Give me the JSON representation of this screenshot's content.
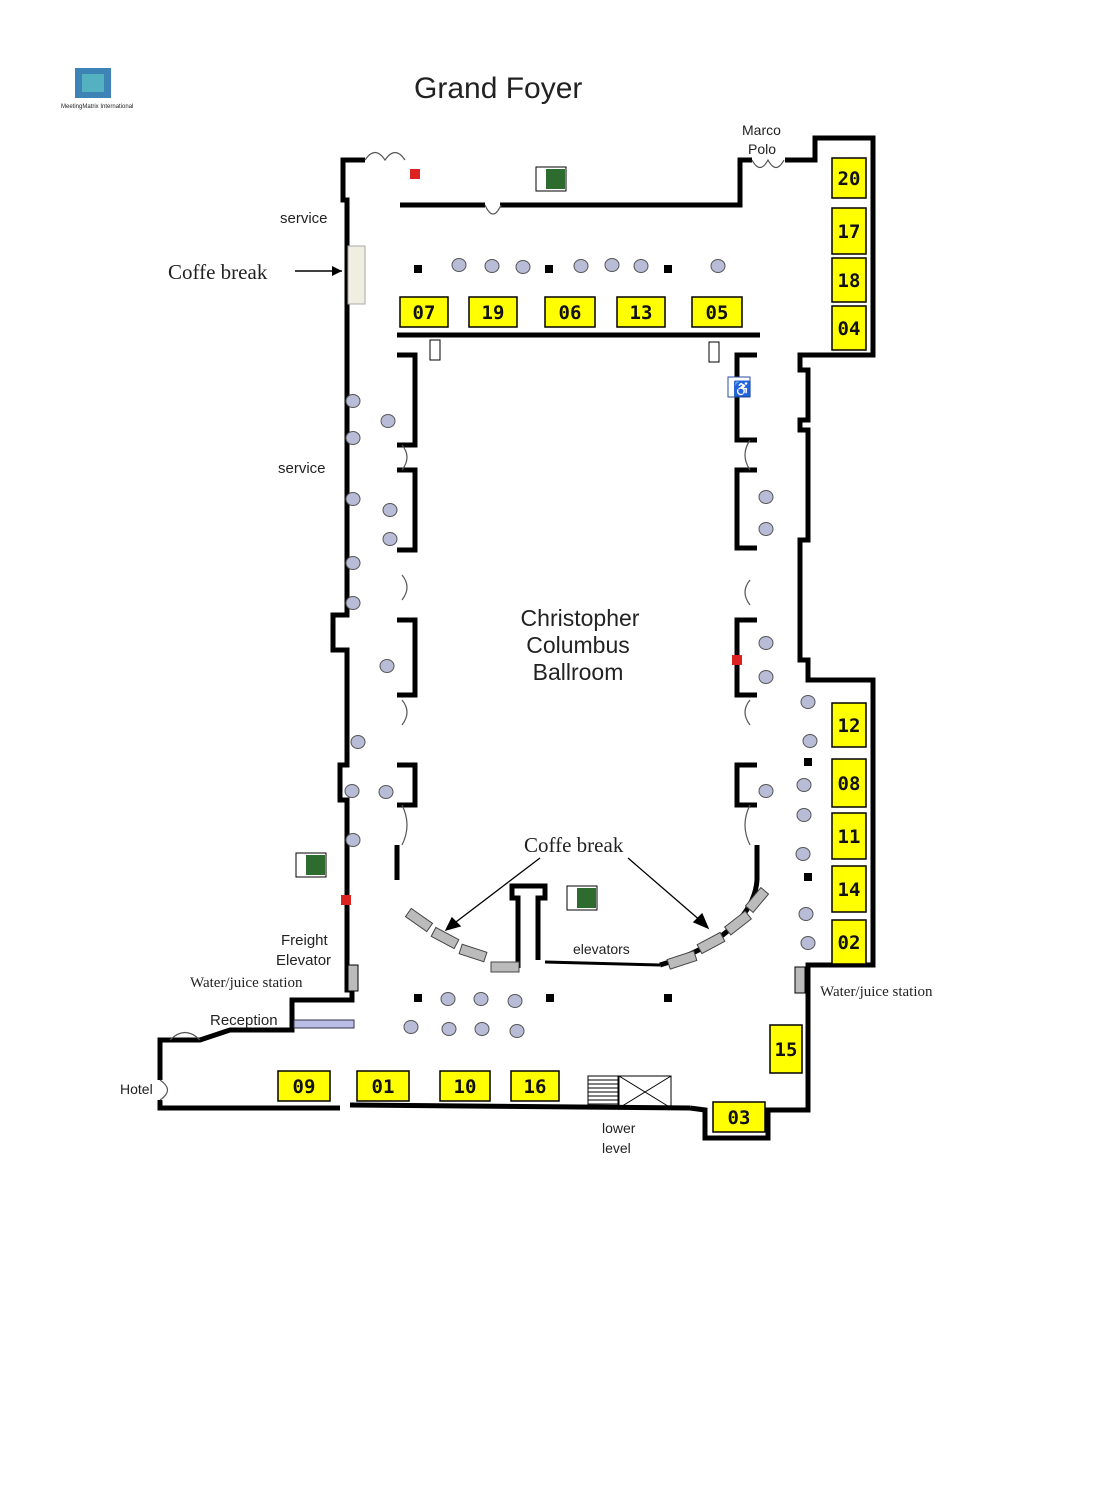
{
  "title": "Grand Foyer",
  "logo": {
    "text": "MeetingMatrix International",
    "colors": [
      "#3a7ab8",
      "#4cc3c0"
    ]
  },
  "ballroom": {
    "line1": "Christopher",
    "line2": "Columbus",
    "line3": "Ballroom"
  },
  "labels": {
    "marco_polo_1": "Marco",
    "marco_polo_2": "Polo",
    "service_top": "service",
    "service_mid": "service",
    "coffee_left": "Coffe break",
    "coffee_center": "Coffe break",
    "elevators": "elevators",
    "freight_1": "Freight",
    "freight_2": "Elevator",
    "water_left": "Water/juice station",
    "water_right": "Water/juice station",
    "reception": "Reception",
    "hotel": "Hotel",
    "lower_1": "lower",
    "lower_2": "level"
  },
  "booths": [
    "07",
    "19",
    "06",
    "13",
    "05",
    "20",
    "17",
    "18",
    "04",
    "12",
    "08",
    "11",
    "14",
    "02",
    "15",
    "03",
    "09",
    "01",
    "10",
    "16"
  ],
  "colors": {
    "booth": "#ffff00",
    "table": "#b9bcd6",
    "exit": "#2e6b2e",
    "wall": "#000000",
    "reception_desk": "#b9bde8"
  }
}
